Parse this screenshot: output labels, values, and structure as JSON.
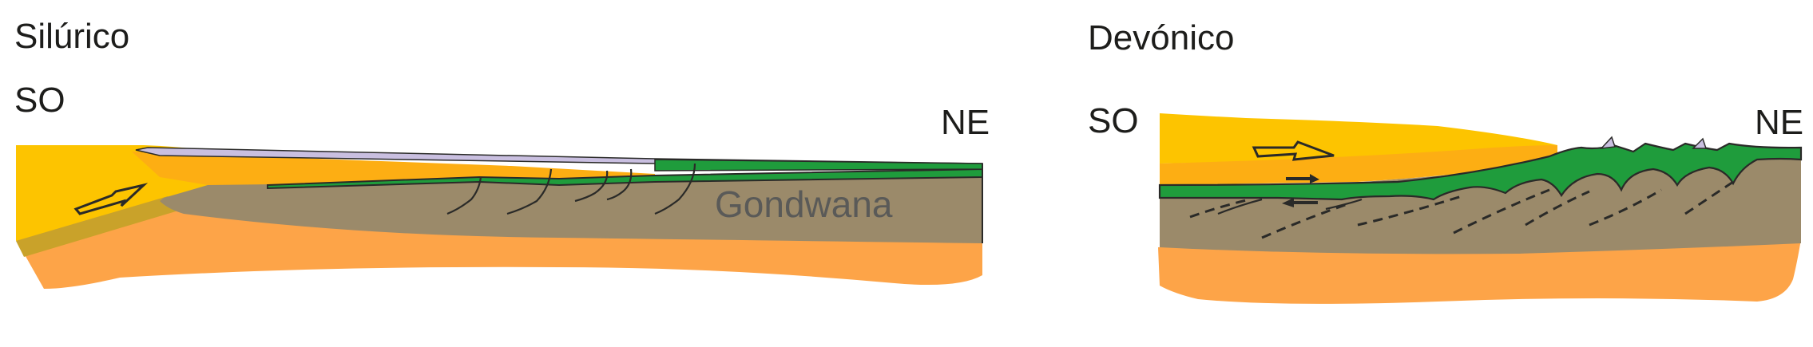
{
  "panels": [
    {
      "title": "Silúrico",
      "left_label": "SO",
      "right_label": "NE",
      "craton_label": "Gondwana"
    },
    {
      "title": "Devónico",
      "left_label": "SO",
      "right_label": "NE"
    }
  ],
  "colors": {
    "yellow": "#fdc400",
    "dark_yellow": "#c9a22a",
    "orange": "#fdae13",
    "light_orange": "#fda448",
    "basement": "#9b8a6a",
    "green": "#1f9c3c",
    "lavender": "#c9bfe0",
    "outline": "#2a2a28"
  }
}
